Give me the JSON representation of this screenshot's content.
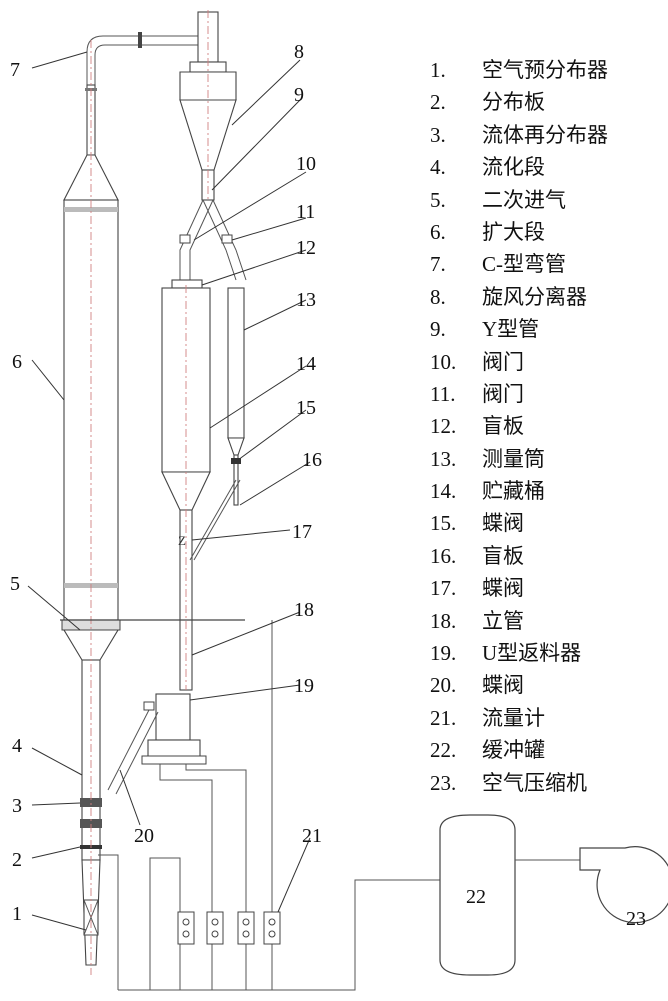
{
  "callout_numbers": {
    "n1": "1",
    "n2": "2",
    "n3": "3",
    "n4": "4",
    "n5": "5",
    "n6": "6",
    "n7": "7",
    "n8": "8",
    "n9": "9",
    "n10": "10",
    "n11": "11",
    "n12": "12",
    "n13": "13",
    "n14": "14",
    "n15": "15",
    "n16": "16",
    "n17": "17",
    "n18": "18",
    "n19": "19",
    "n20": "20",
    "n21": "21"
  },
  "tank_labels": {
    "buffer_tank": "22",
    "compressor": "23"
  },
  "legend": [
    {
      "num": "1.",
      "label": "空气预分布器"
    },
    {
      "num": "2.",
      "label": "分布板"
    },
    {
      "num": "3.",
      "label": "流体再分布器"
    },
    {
      "num": "4.",
      "label": "流化段"
    },
    {
      "num": "5.",
      "label": "二次进气"
    },
    {
      "num": "6.",
      "label": "扩大段"
    },
    {
      "num": "7.",
      "label": "C-型弯管"
    },
    {
      "num": "8.",
      "label": "旋风分离器"
    },
    {
      "num": "9.",
      "label": "Y型管"
    },
    {
      "num": "10.",
      "label": "阀门"
    },
    {
      "num": "11.",
      "label": "阀门"
    },
    {
      "num": "12.",
      "label": "盲板"
    },
    {
      "num": "13.",
      "label": "测量筒"
    },
    {
      "num": "14.",
      "label": "贮藏桶"
    },
    {
      "num": "15.",
      "label": "蝶阀"
    },
    {
      "num": "16.",
      "label": "盲板"
    },
    {
      "num": "17.",
      "label": "蝶阀"
    },
    {
      "num": "18.",
      "label": "立管"
    },
    {
      "num": "19.",
      "label": "U型返料器"
    },
    {
      "num": "20.",
      "label": "蝶阀"
    },
    {
      "num": "21.",
      "label": "流量计"
    },
    {
      "num": "22.",
      "label": "缓冲罐"
    },
    {
      "num": "23.",
      "label": "空气压缩机"
    }
  ]
}
